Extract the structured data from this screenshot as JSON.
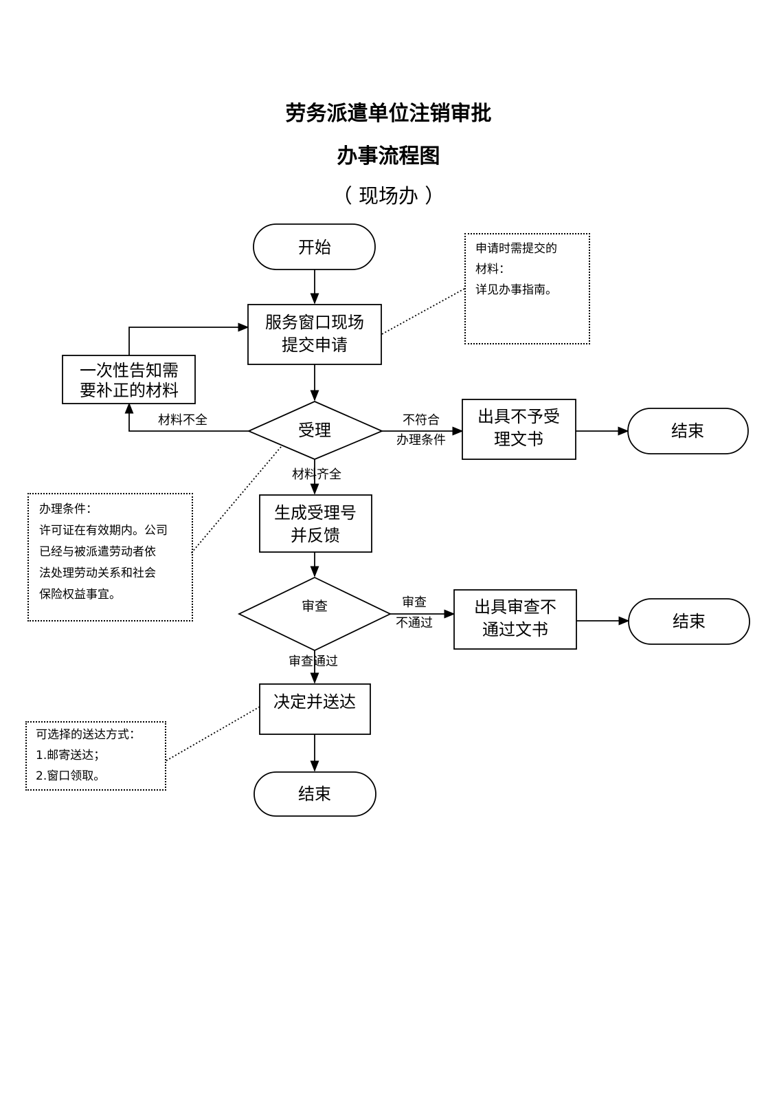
{
  "title": {
    "line1": "劳务派遣单位注销审批",
    "line2": "办事流程图",
    "line3": "（ 现场办 ）"
  },
  "nodes": {
    "start": "开始",
    "submit": [
      "服务窗口现场",
      "提交申请"
    ],
    "notify": [
      "一次性告知需",
      "要补正的材料"
    ],
    "accept": "受理",
    "reject_doc": [
      "出具不予受",
      "理文书"
    ],
    "end1": "结束",
    "generate": [
      "生成受理号",
      "并反馈"
    ],
    "review": "审查",
    "fail_doc": [
      "出具审查不",
      "通过文书"
    ],
    "end2": "结束",
    "decide": "决定并送达",
    "end3": "结束"
  },
  "edge_labels": {
    "incomplete": "材料不全",
    "not_meet_1": "不符合",
    "not_meet_2": "办理条件",
    "complete": "材料齐全",
    "review_fail_1": "审查",
    "review_fail_2": "不通过",
    "review_pass": "审查通过"
  },
  "notes": {
    "materials": [
      "申请时需提交的",
      "材料：",
      "详见办事指南。"
    ],
    "conditions": [
      "办理条件：",
      "许可证在有效期内。公司",
      "已经与被派遣劳动者依",
      "法处理劳动关系和社会",
      "保险权益事宜。"
    ],
    "delivery": [
      "可选择的送达方式：",
      "1.邮寄送达；",
      "2.窗口领取。"
    ]
  }
}
